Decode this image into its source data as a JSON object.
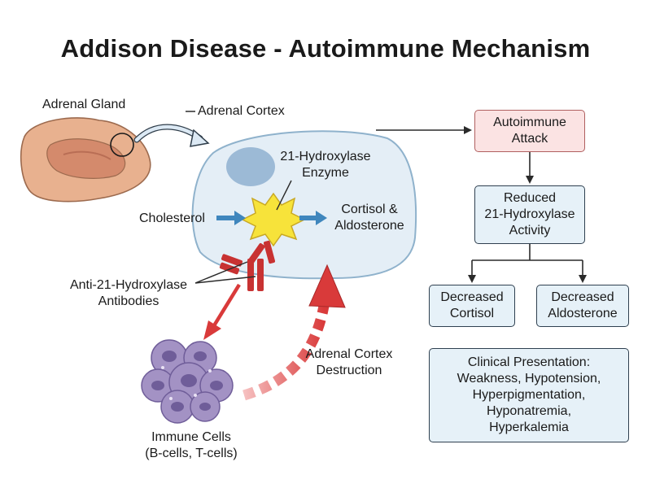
{
  "title": "Addison Disease - Autoimmune Mechanism",
  "labels": {
    "adrenal_gland": "Adrenal Gland",
    "adrenal_cortex": "Adrenal Cortex",
    "enzyme": [
      "21-Hydroxylase",
      "Enzyme"
    ],
    "cholesterol": "Cholesterol",
    "products": [
      "Cortisol &",
      "Aldosterone"
    ],
    "antibodies": [
      "Anti-21-Hydroxylase",
      "Antibodies"
    ],
    "destruction": [
      "Adrenal Cortex",
      "Destruction"
    ],
    "immune_cells": [
      "Immune Cells",
      "(B-cells, T-cells)"
    ]
  },
  "flow": {
    "attack": [
      "Autoimmune",
      "Attack"
    ],
    "reduced": [
      "Reduced",
      "21-Hydroxylase",
      "Activity"
    ],
    "cortisol": [
      "Decreased",
      "Cortisol"
    ],
    "aldosterone": [
      "Decreased",
      "Aldosterone"
    ],
    "clinical": [
      "Clinical Presentation:",
      "Weakness, Hypotension,",
      "Hyperpigmentation,",
      "Hyponatremia,",
      "Hyperkalemia"
    ]
  },
  "colors": {
    "cell_fill": "#e4eef6",
    "cell_stroke": "#8fb2cc",
    "nucleus": "#8fb0d0",
    "enzyme": "#f7e33a",
    "antibody": "#c83232",
    "immune": "#a392c4",
    "arrow_blue": "#3f86bd",
    "arrow_red": "#d93a3a",
    "attack_box": "#fbe3e3"
  }
}
